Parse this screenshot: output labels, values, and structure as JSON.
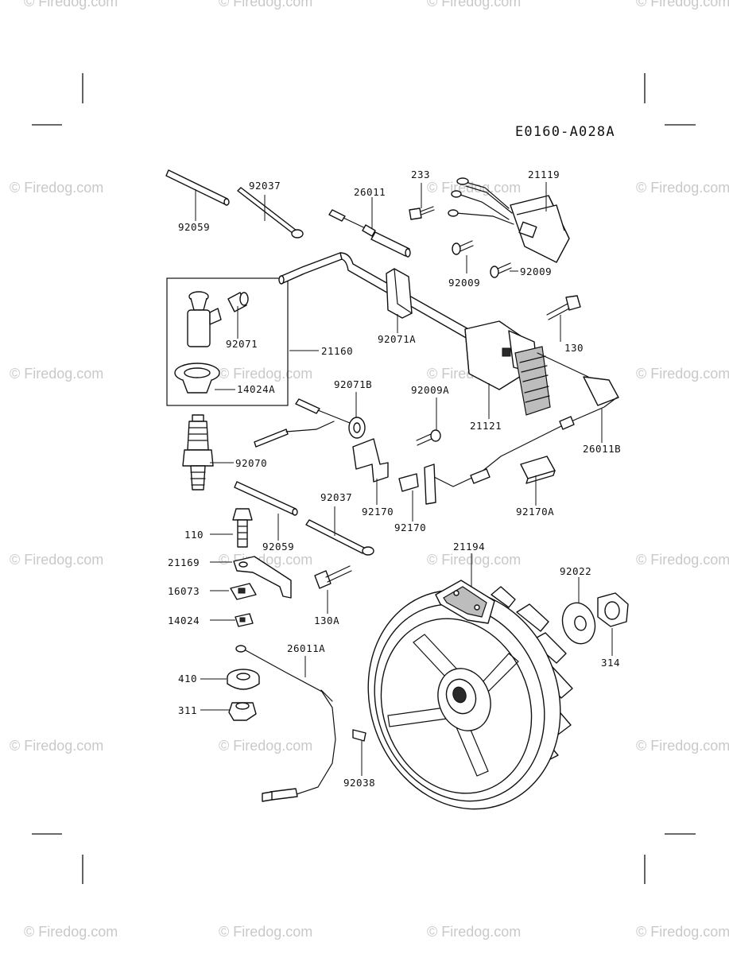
{
  "diagram_code": "E0160-A028A",
  "watermark_text": "© Firedog.com",
  "callouts": {
    "p92059_top": "92059",
    "p92037_top": "92037",
    "p26011": "26011",
    "p233": "233",
    "p21119": "21119",
    "p92009_left": "92009",
    "p92009_right": "92009",
    "p92071": "92071",
    "p21160": "21160",
    "p14024A": "14024A",
    "p92071A": "92071A",
    "p130": "130",
    "p92071B": "92071B",
    "p92009A": "92009A",
    "p21121": "21121",
    "p26011B": "26011B",
    "p92070": "92070",
    "p92170_left": "92170",
    "p92170_right": "92170",
    "p92170A": "92170A",
    "p92037_mid": "92037",
    "p110": "110",
    "p92059_mid": "92059",
    "p21169": "21169",
    "p16073": "16073",
    "p14024": "14024",
    "p130A": "130A",
    "p21194": "21194",
    "p92022": "92022",
    "p314": "314",
    "p26011A": "26011A",
    "p410": "410",
    "p311": "311",
    "p92038": "92038"
  }
}
